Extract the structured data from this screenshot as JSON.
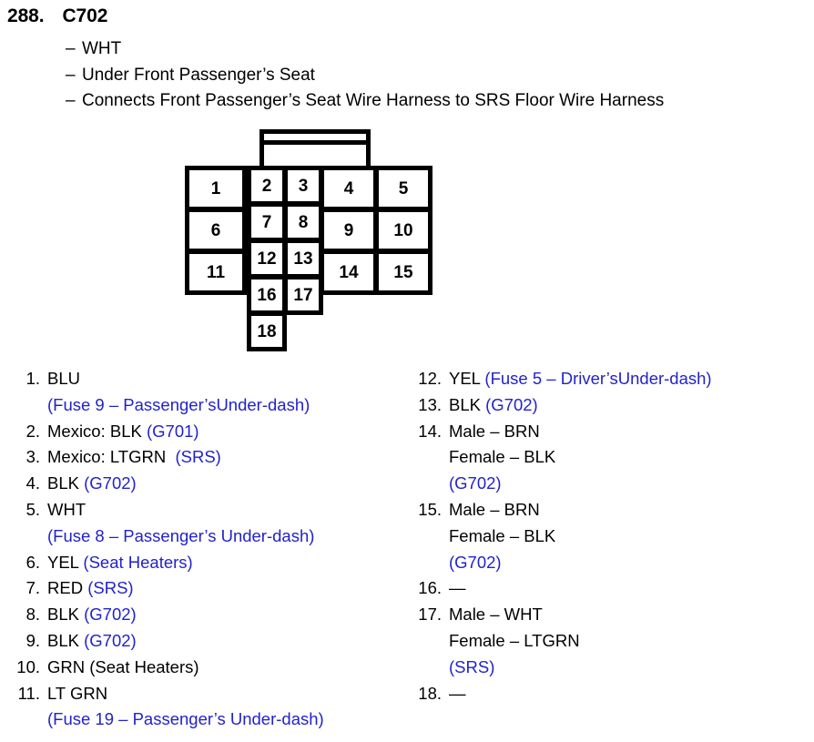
{
  "header": {
    "number": "288.",
    "connector_id": "C702",
    "details": [
      "WHT",
      "Under Front Passenger’s Seat",
      "Connects Front Passenger’s Seat Wire Harness to SRS Floor Wire Harness"
    ],
    "dash": "–"
  },
  "colors": {
    "text_black": "#000000",
    "reference_blue": "#2222cc",
    "outline_black": "#000000",
    "background_white": "#ffffff"
  },
  "connector": {
    "name": "C702 pin layout diagram",
    "total_pins": 18,
    "pins": [
      {
        "n": "1"
      },
      {
        "n": "2"
      },
      {
        "n": "3"
      },
      {
        "n": "4"
      },
      {
        "n": "5"
      },
      {
        "n": "6"
      },
      {
        "n": "7"
      },
      {
        "n": "8"
      },
      {
        "n": "9"
      },
      {
        "n": "10"
      },
      {
        "n": "11"
      },
      {
        "n": "12"
      },
      {
        "n": "13"
      },
      {
        "n": "14"
      },
      {
        "n": "15"
      },
      {
        "n": "16"
      },
      {
        "n": "17"
      },
      {
        "n": "18"
      }
    ]
  },
  "pin_list_left": [
    {
      "number": "1.",
      "lines": [
        [
          {
            "t": "BLU",
            "c": "blk"
          }
        ],
        [
          {
            "t": "(Fuse 9 – Passenger’sUnder-dash)",
            "c": "blu"
          }
        ]
      ]
    },
    {
      "number": "2.",
      "lines": [
        [
          {
            "t": "Mexico: BLK ",
            "c": "blk"
          },
          {
            "t": "(G701)",
            "c": "blu"
          }
        ]
      ]
    },
    {
      "number": "3.",
      "lines": [
        [
          {
            "t": "Mexico: LTGRN  ",
            "c": "blk"
          },
          {
            "t": "(SRS)",
            "c": "blu"
          }
        ]
      ]
    },
    {
      "number": "4.",
      "lines": [
        [
          {
            "t": "BLK ",
            "c": "blk"
          },
          {
            "t": "(G702)",
            "c": "blu"
          }
        ]
      ]
    },
    {
      "number": "5.",
      "lines": [
        [
          {
            "t": "WHT",
            "c": "blk"
          }
        ],
        [
          {
            "t": "(Fuse 8 – Passenger’s Under-dash)",
            "c": "blu"
          }
        ]
      ]
    },
    {
      "number": "6.",
      "lines": [
        [
          {
            "t": "YEL ",
            "c": "blk"
          },
          {
            "t": "(Seat Heaters)",
            "c": "blu"
          }
        ]
      ]
    },
    {
      "number": "7.",
      "lines": [
        [
          {
            "t": "RED ",
            "c": "blk"
          },
          {
            "t": "(SRS)",
            "c": "blu"
          }
        ]
      ]
    },
    {
      "number": "8.",
      "lines": [
        [
          {
            "t": "BLK ",
            "c": "blk"
          },
          {
            "t": "(G702)",
            "c": "blu"
          }
        ]
      ]
    },
    {
      "number": "9.",
      "lines": [
        [
          {
            "t": "BLK ",
            "c": "blk"
          },
          {
            "t": "(G702)",
            "c": "blu"
          }
        ]
      ]
    },
    {
      "number": "10.",
      "lines": [
        [
          {
            "t": "GRN (Seat Heaters)",
            "c": "blk"
          }
        ]
      ]
    },
    {
      "number": "11.",
      "lines": [
        [
          {
            "t": "LT GRN",
            "c": "blk"
          }
        ],
        [
          {
            "t": "(Fuse 19 – Passenger’s Under-dash)",
            "c": "blu"
          }
        ]
      ]
    }
  ],
  "pin_list_right": [
    {
      "number": "12.",
      "lines": [
        [
          {
            "t": "YEL ",
            "c": "blk"
          },
          {
            "t": "(Fuse 5 – Driver’sUnder-dash)",
            "c": "blu"
          }
        ]
      ]
    },
    {
      "number": "13.",
      "lines": [
        [
          {
            "t": "BLK ",
            "c": "blk"
          },
          {
            "t": "(G702)",
            "c": "blu"
          }
        ]
      ]
    },
    {
      "number": "14.",
      "lines": [
        [
          {
            "t": "Male – BRN",
            "c": "blk"
          }
        ],
        [
          {
            "t": "Female – BLK",
            "c": "blk"
          }
        ],
        [
          {
            "t": "(G702)",
            "c": "blu"
          }
        ]
      ]
    },
    {
      "number": "15.",
      "lines": [
        [
          {
            "t": "Male – BRN",
            "c": "blk"
          }
        ],
        [
          {
            "t": "Female – BLK",
            "c": "blk"
          }
        ],
        [
          {
            "t": "(G702)",
            "c": "blu"
          }
        ]
      ]
    },
    {
      "number": "16.",
      "lines": [
        [
          {
            "t": "—",
            "c": "blk"
          }
        ]
      ]
    },
    {
      "number": "17.",
      "lines": [
        [
          {
            "t": "Male – WHT",
            "c": "blk"
          }
        ],
        [
          {
            "t": "Female – LTGRN",
            "c": "blk"
          }
        ],
        [
          {
            "t": "(SRS)",
            "c": "blu"
          }
        ]
      ]
    },
    {
      "number": "18.",
      "lines": [
        [
          {
            "t": "—",
            "c": "blk"
          }
        ]
      ]
    }
  ]
}
